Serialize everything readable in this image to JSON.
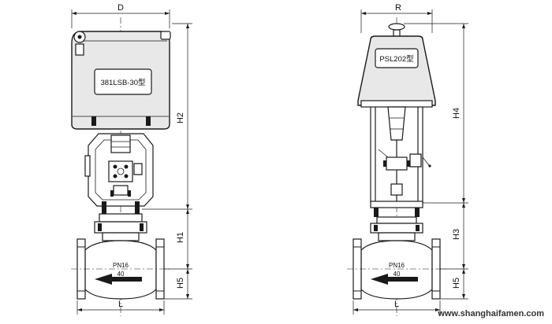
{
  "left_view": {
    "actuator_model": "381LSB-30型",
    "body_pressure": "PN16",
    "body_size": "40",
    "dims": {
      "D": "D",
      "H2": "H2",
      "H1": "H1",
      "H5": "H5",
      "L": "L"
    }
  },
  "right_view": {
    "actuator_model": "PSL202型",
    "body_pressure": "PN16",
    "body_size": "40",
    "dims": {
      "R": "R",
      "H4": "H4",
      "H3": "H3",
      "H5": "H5",
      "L": "L"
    }
  },
  "watermark": "www.shanghaifamen.com"
}
